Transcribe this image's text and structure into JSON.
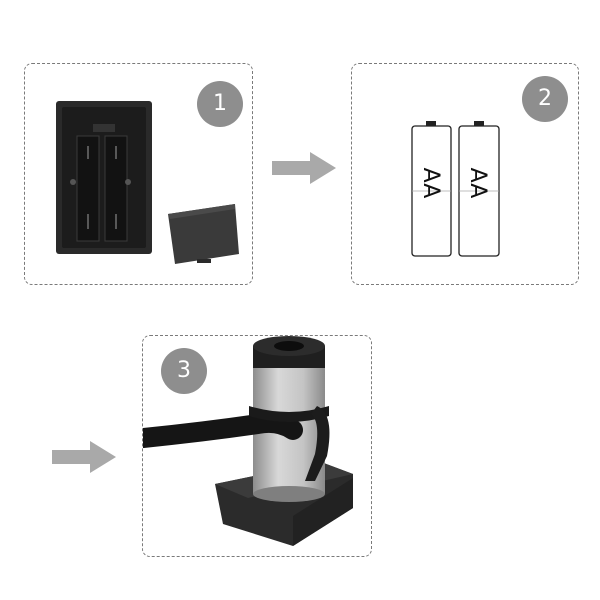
{
  "steps": [
    {
      "number": "1",
      "description": ""
    },
    {
      "number": "2",
      "description": ""
    },
    {
      "number": "3",
      "description": ""
    }
  ],
  "battery_label_1": "AA",
  "battery_label_2": "AA",
  "colors": {
    "badge": "#8e8e8e",
    "arrow": "#a9a9a9",
    "panel_border": "#7a7a7a"
  },
  "icons": {
    "arrow": "right-arrow-icon",
    "battery": "aa-battery-icon",
    "device": "remote-battery-compartment-icon",
    "lighter": "smoking-gun-stand-icon"
  }
}
